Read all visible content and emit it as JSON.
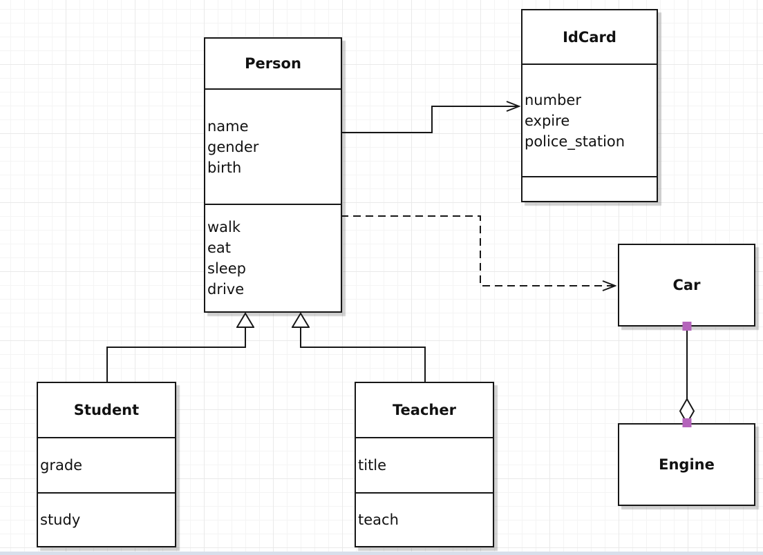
{
  "classes": {
    "person": {
      "title": "Person",
      "attributes": [
        "name",
        "gender",
        "birth"
      ],
      "methods": [
        "walk",
        "eat",
        "sleep",
        "drive"
      ]
    },
    "idcard": {
      "title": "IdCard",
      "attributes": [
        "number",
        "expire",
        "police_station"
      ],
      "methods": []
    },
    "car": {
      "title": "Car",
      "attributes": [],
      "methods": []
    },
    "engine": {
      "title": "Engine",
      "attributes": [],
      "methods": []
    },
    "student": {
      "title": "Student",
      "attributes": [
        "grade"
      ],
      "methods": [
        "study"
      ]
    },
    "teacher": {
      "title": "Teacher",
      "attributes": [
        "title"
      ],
      "methods": [
        "teach"
      ]
    }
  },
  "relationships": [
    {
      "from": "Person",
      "to": "IdCard",
      "type": "association",
      "line": "solid",
      "arrow": "open"
    },
    {
      "from": "Person",
      "to": "Car",
      "type": "dependency",
      "line": "dashed",
      "arrow": "open"
    },
    {
      "from": "Student",
      "to": "Person",
      "type": "generalization",
      "line": "solid",
      "arrow": "hollow-triangle"
    },
    {
      "from": "Teacher",
      "to": "Person",
      "type": "generalization",
      "line": "solid",
      "arrow": "hollow-triangle"
    },
    {
      "from": "Car",
      "to": "Engine",
      "type": "aggregation",
      "line": "solid",
      "arrow": "hollow-diamond"
    }
  ],
  "colors": {
    "stroke": "#161616",
    "handle": "#b464bb",
    "diamond_fill": "#ffffff",
    "grid_minor": "#f4f4f4",
    "grid_major": "#e9e9e9",
    "bottom_strip": "#d8dfeb"
  }
}
